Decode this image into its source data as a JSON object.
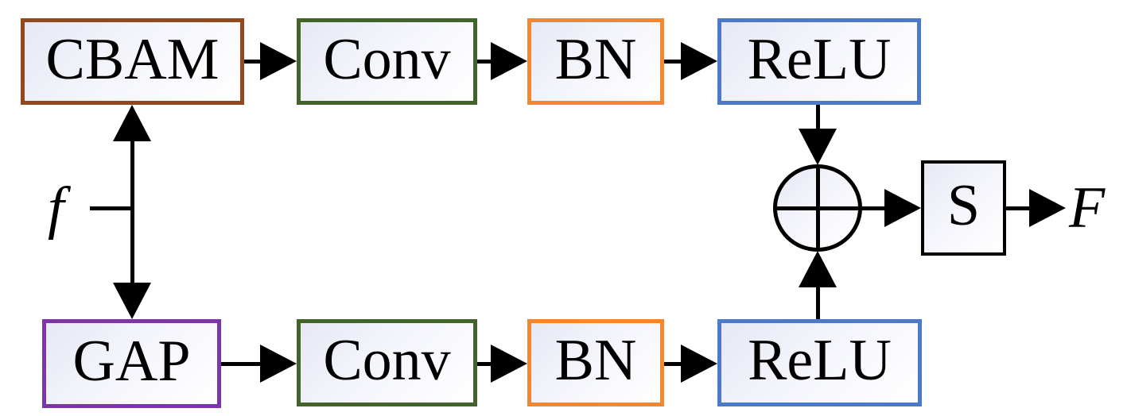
{
  "diagram": {
    "type": "flow-block-diagram",
    "description": "Dual-branch feature fusion: input f goes to CBAM and GAP branches, each through Conv, BN, ReLU; branch outputs are added (circled plus), passed through S, producing F",
    "input": {
      "label": "f"
    },
    "output": {
      "label": "F"
    },
    "sum_symbol": "circled-plus",
    "arrow_color": "#000000",
    "node_fill_gradient": {
      "start": "#E6E8F4",
      "end": "#FFFFFF"
    },
    "nodes": {
      "cbam": {
        "label": "CBAM",
        "border_color": "#92491D"
      },
      "conv_top": {
        "label": "Conv",
        "border_color": "#42632A"
      },
      "bn_top": {
        "label": "BN",
        "border_color": "#EF8733"
      },
      "relu_top": {
        "label": "ReLU",
        "border_color": "#4D7AC8"
      },
      "gap": {
        "label": "GAP",
        "border_color": "#7D35A8"
      },
      "conv_bottom": {
        "label": "Conv",
        "border_color": "#42632A"
      },
      "bn_bottom": {
        "label": "BN",
        "border_color": "#EF8733"
      },
      "relu_bottom": {
        "label": "ReLU",
        "border_color": "#4D7AC8"
      },
      "sum": {
        "label": "⊕",
        "border_color": "#000000"
      },
      "s": {
        "label": "S",
        "border_color": "#000000"
      }
    },
    "edges": [
      {
        "from": "f",
        "to": "cbam"
      },
      {
        "from": "f",
        "to": "gap"
      },
      {
        "from": "cbam",
        "to": "conv_top"
      },
      {
        "from": "conv_top",
        "to": "bn_top"
      },
      {
        "from": "bn_top",
        "to": "relu_top"
      },
      {
        "from": "relu_top",
        "to": "sum"
      },
      {
        "from": "gap",
        "to": "conv_bottom"
      },
      {
        "from": "conv_bottom",
        "to": "bn_bottom"
      },
      {
        "from": "bn_bottom",
        "to": "relu_bottom"
      },
      {
        "from": "relu_bottom",
        "to": "sum"
      },
      {
        "from": "sum",
        "to": "s"
      },
      {
        "from": "s",
        "to": "F"
      }
    ]
  }
}
